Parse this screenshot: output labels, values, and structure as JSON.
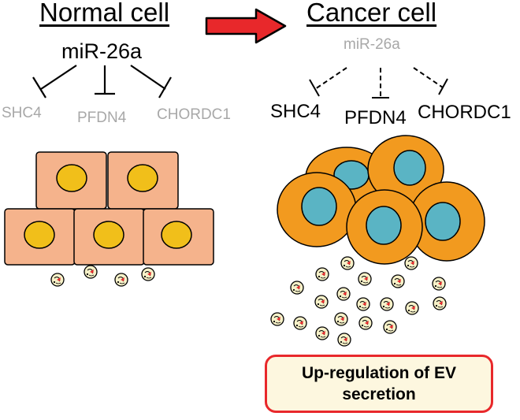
{
  "normal": {
    "title": "Normal cell",
    "mirna": "miR-26a",
    "targets": [
      "SHC4",
      "PFDN4",
      "CHORDC1"
    ]
  },
  "cancer": {
    "title": "Cancer cell",
    "mirna": "miR-26a",
    "targets": [
      "SHC4",
      "PFDN4",
      "CHORDC1"
    ],
    "result": "Up-regulation of EV secretion"
  },
  "colors": {
    "arrow_fill": "#e8282b",
    "normal_cell": "#f5b38c",
    "normal_nucleus": "#f1bf1a",
    "cancer_cell": "#f29a1f",
    "cancer_nucleus": "#5ab4c4",
    "ev_fill": "#f6f1c8",
    "muted_text": "#a8a8a8",
    "callout_border": "#e8282b",
    "callout_fill": "#fdf7df"
  },
  "icons": [
    "right-arrow-icon",
    "inhibition-icon",
    "dashed-inhibition-icon",
    "ev-vesicle-icon"
  ]
}
